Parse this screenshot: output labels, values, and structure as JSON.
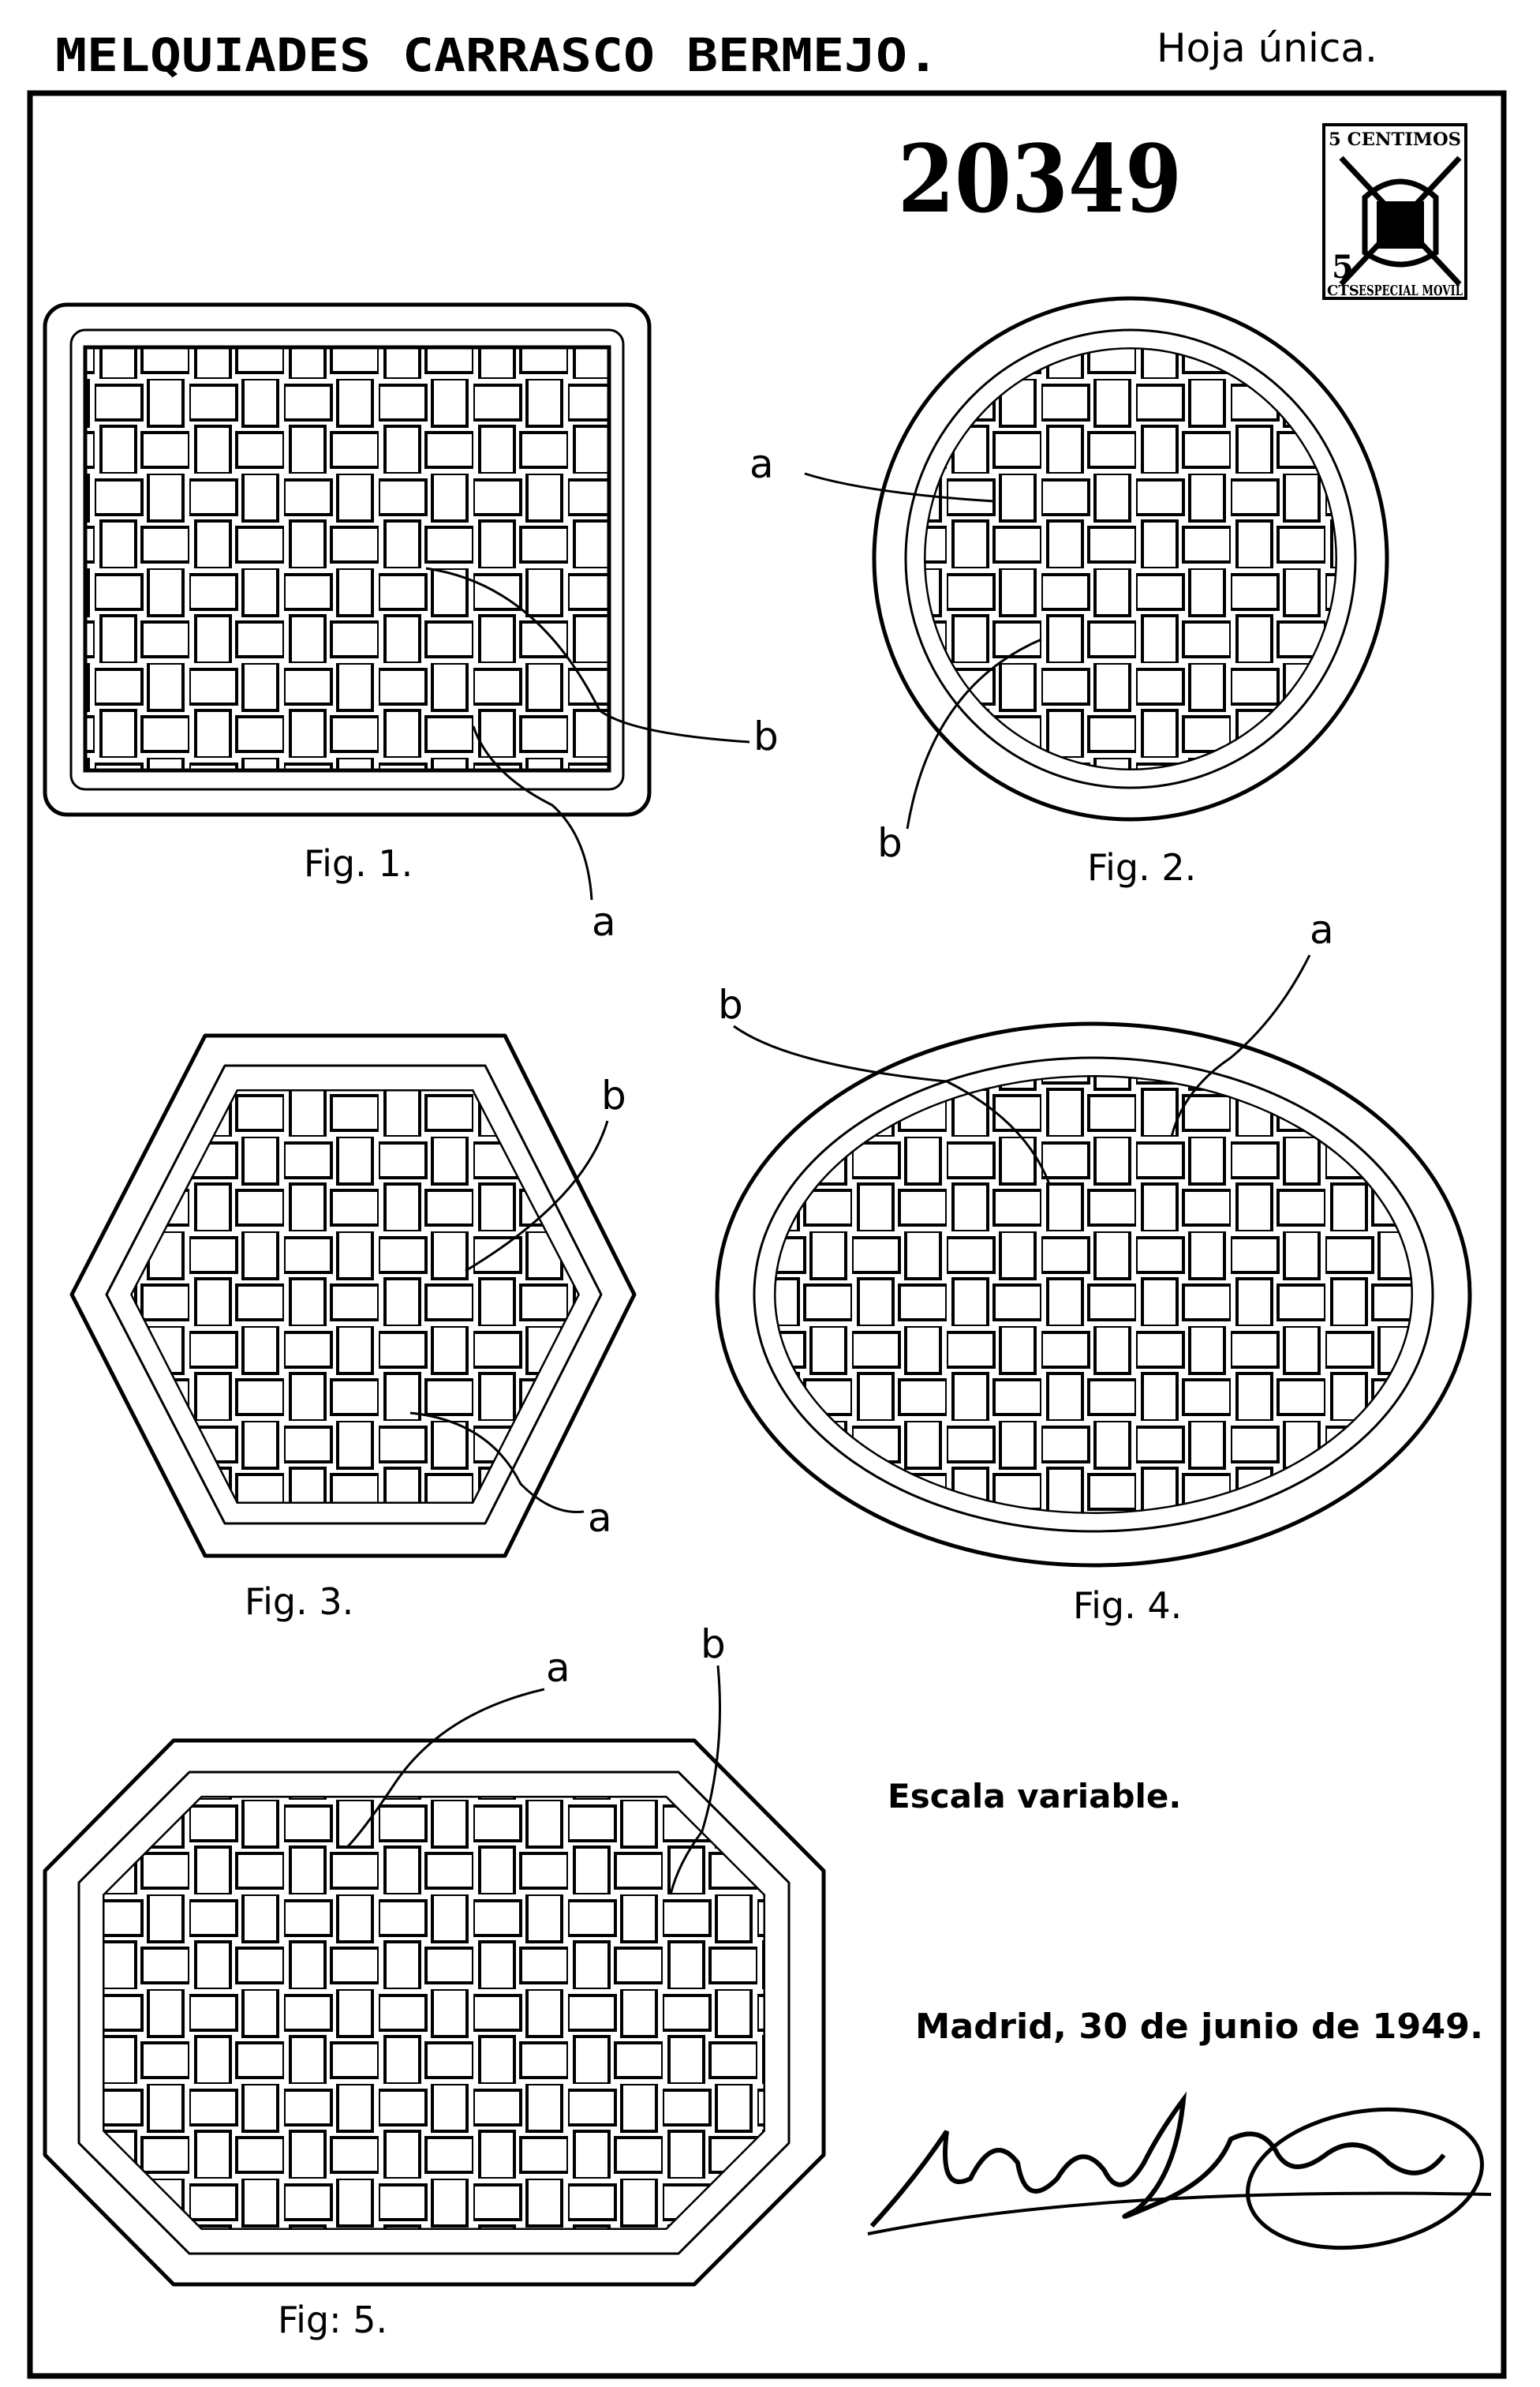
{
  "header": {
    "author": "MELQUIADES CARRASCO BERMEJO.",
    "sheet": "Hoja única."
  },
  "patent_number": "20349",
  "stamp": {
    "top": "5 CENTIMOS",
    "value": "5",
    "unit": "CTS",
    "bottom": "ESPECIAL MOVIL"
  },
  "figures": [
    {
      "label": "Fig. 1.",
      "shape": "rectangle",
      "a": "a",
      "b": "b"
    },
    {
      "label": "Fig. 2.",
      "shape": "circle",
      "a": "a",
      "b": "b"
    },
    {
      "label": "Fig. 3.",
      "shape": "hexagon",
      "a": "a",
      "b": "b"
    },
    {
      "label": "Fig. 4.",
      "shape": "oval",
      "a": "a",
      "b": "b"
    },
    {
      "label": "Fig: 5.",
      "shape": "octagon",
      "a": "a",
      "b": "b"
    }
  ],
  "scale_note": "Escala variable.",
  "place_date": "Madrid, 30 de junio de 1949.",
  "signature": "Melquiades Carrasco"
}
